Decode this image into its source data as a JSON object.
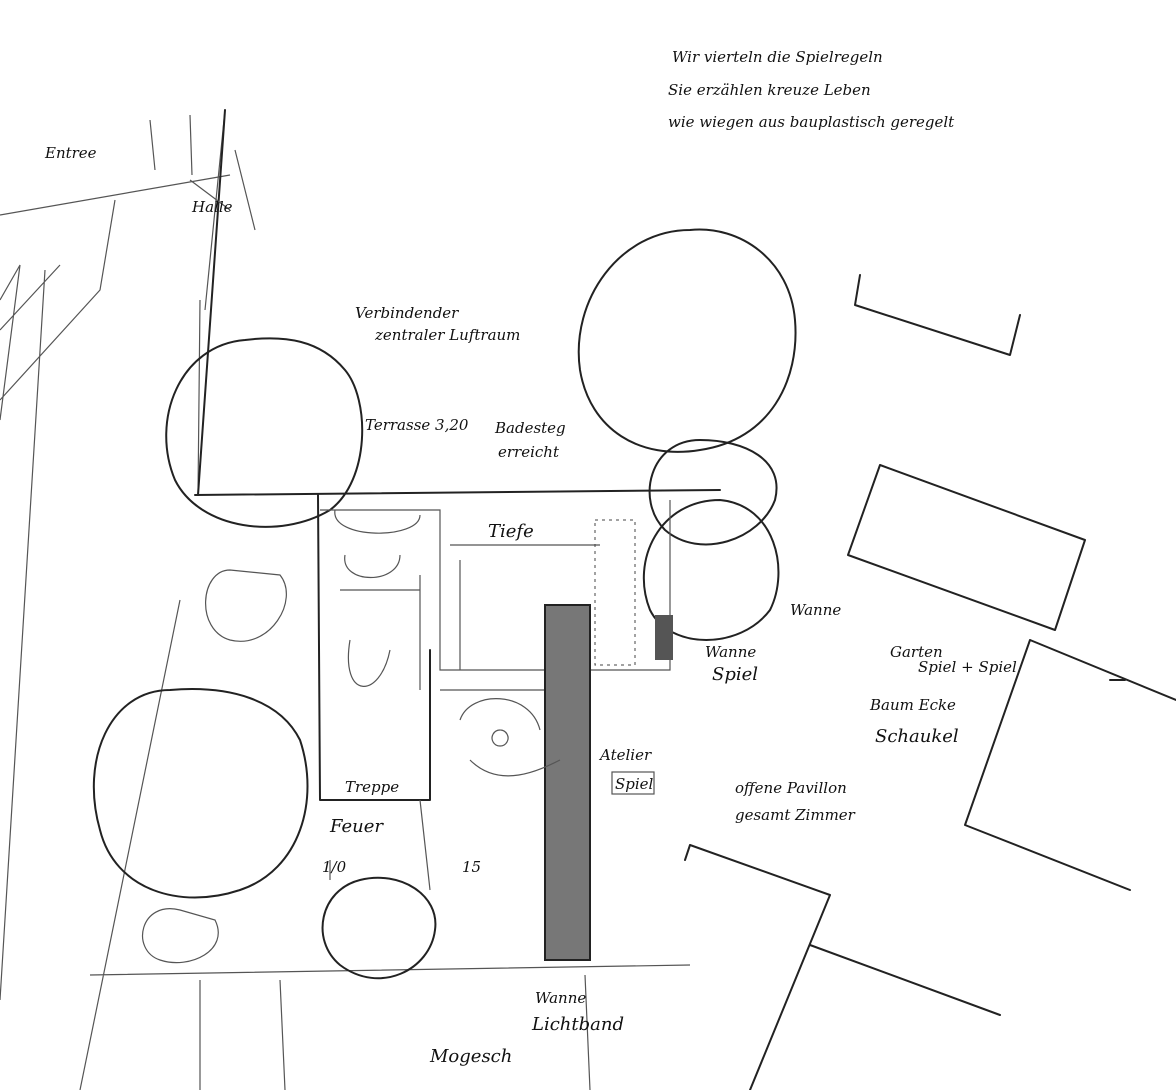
{
  "note": {
    "line1": "Wir vierteln die Spielregeln",
    "line2": "Sie erzählen kreuze Leben",
    "line3": "wie wiegen aus bauplastisch geregelt"
  },
  "labels": {
    "entree": "Entree",
    "luftraum_1": "Verbindender",
    "luftraum_2": "zentraler Luftraum",
    "terrasse": "Terrasse 3,20",
    "badesteg_1": "Badesteg",
    "badesteg_2": "erreicht",
    "tiefe": "Tiefe",
    "wanne": "Wanne",
    "wanne_spiel_1": "Wanne",
    "wanne_spiel_2": "Spiel",
    "garten_1": "Garten",
    "garten_2": "Spiel + Spiel",
    "baum_ecke": "Baum Ecke",
    "schaukel": "Schaukel",
    "pavillon_1": "offene Pavillon",
    "pavillon_2": "gesamt Zimmer",
    "atelier": "Atelier",
    "spiel_box": "Spiel",
    "feuer": "Feuer",
    "treppe": "Treppe",
    "lichtband_1": "Wanne",
    "lichtband_2": "Lichtband",
    "mogesch": "Mogesch",
    "halle": "Halle",
    "fraction": "1/0",
    "num15": "15"
  }
}
